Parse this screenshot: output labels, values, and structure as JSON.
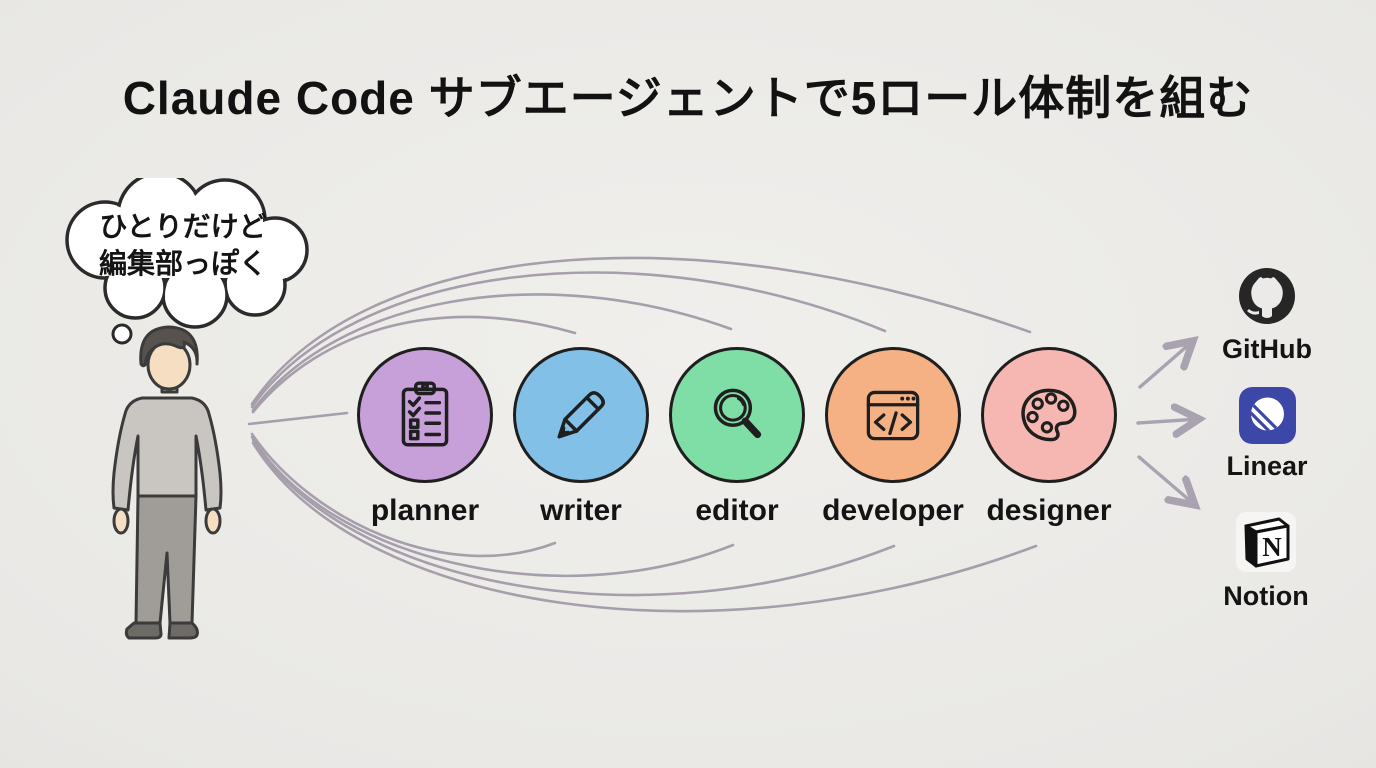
{
  "title": "Claude Code サブエージェントで5ロール体制を組む",
  "thought_bubble": {
    "line1": "ひとりだけど",
    "line2": "編集部っぽく"
  },
  "roles": [
    {
      "label": "planner",
      "color": "#c79fd9",
      "icon": "clipboard-checklist-icon"
    },
    {
      "label": "writer",
      "color": "#82c0e8",
      "icon": "pencil-icon"
    },
    {
      "label": "editor",
      "color": "#7fdda6",
      "icon": "magnifier-icon"
    },
    {
      "label": "developer",
      "color": "#f5b183",
      "icon": "code-window-icon"
    },
    {
      "label": "designer",
      "color": "#f6b6b1",
      "icon": "palette-icon"
    }
  ],
  "integrations": [
    {
      "label": "GitHub",
      "icon": "github-icon"
    },
    {
      "label": "Linear",
      "icon": "linear-icon"
    },
    {
      "label": "Notion",
      "icon": "notion-icon",
      "glyph": "N"
    }
  ],
  "colors": {
    "background": "#e9e8e5",
    "connector_line": "#a79eac",
    "arrow": "#a9a2b0",
    "outline": "#1f1f1f",
    "github_mark": "#262626",
    "linear_brand": "#3d47a8",
    "notion_ink": "#111111",
    "shirt": "#c9c6c2",
    "pants": "#a09d99",
    "skin": "#f6dec2"
  }
}
